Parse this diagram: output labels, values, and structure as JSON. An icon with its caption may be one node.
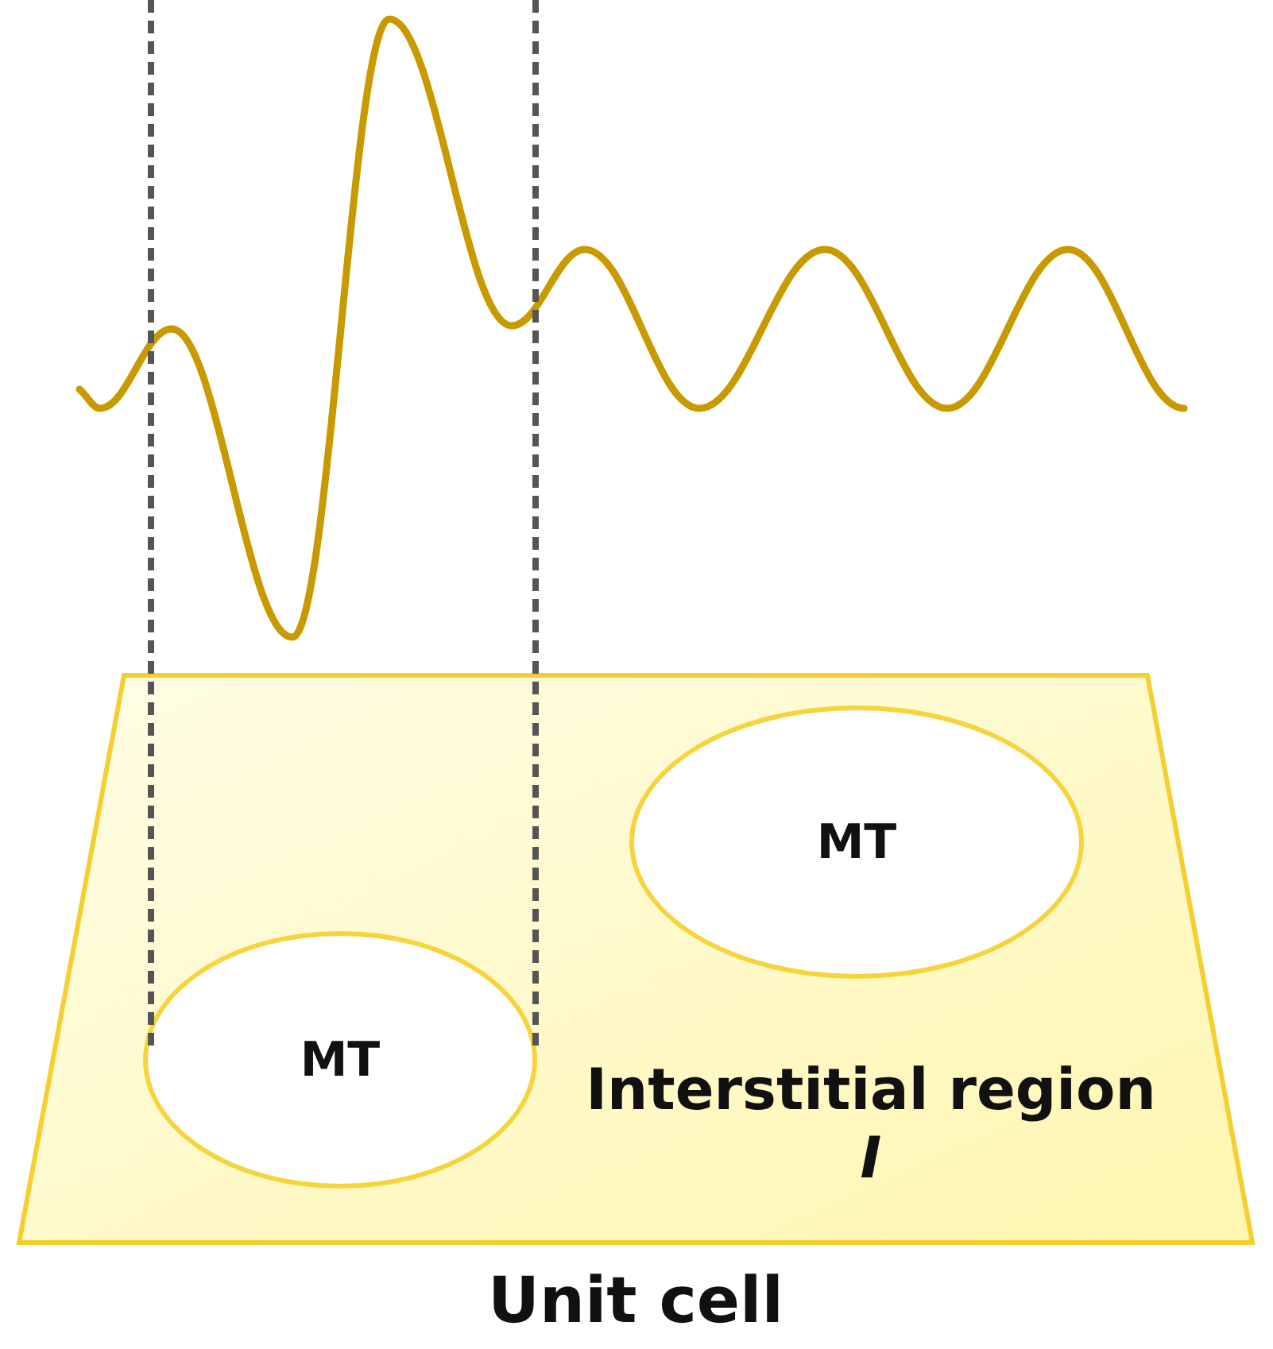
{
  "diagram": {
    "nodes": [
      {
        "text": [
          "Interstitial region *I*",
          "Unit cell"
        ]
      },
      {
        "text": [
          "MT"
        ],
        "in": 0
      },
      {
        "text": [
          "MT"
        ],
        "in": 0
      }
    ]
  }
}
